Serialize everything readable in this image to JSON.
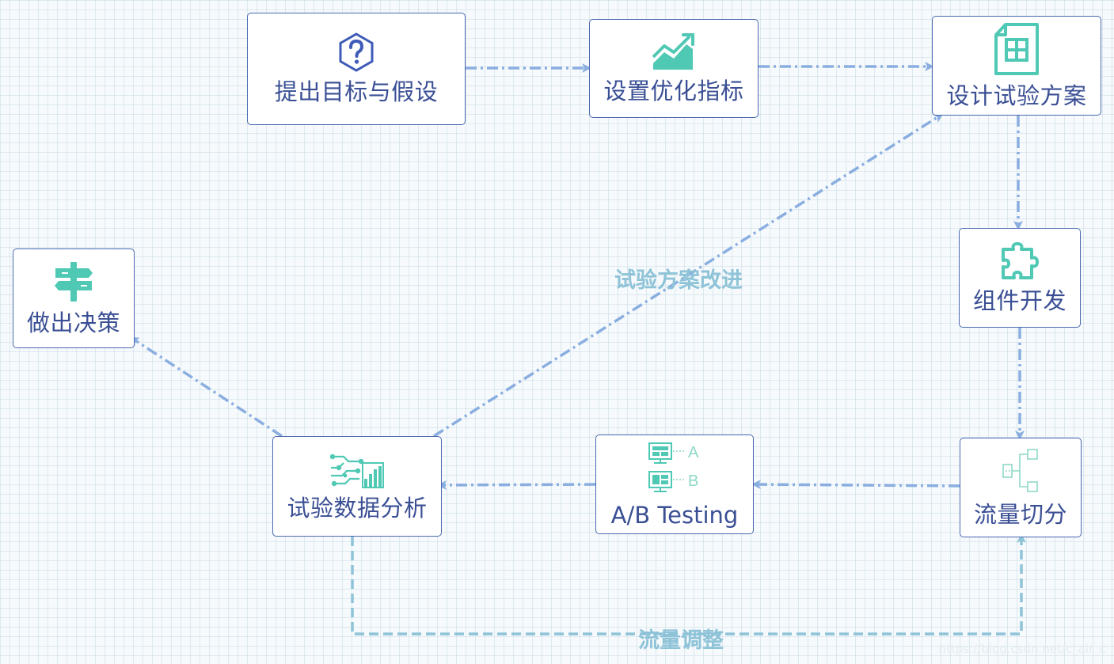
{
  "colors": {
    "node_border": "#4a68b0",
    "node_text": "#3a4f94",
    "icon_teal": "#4fc8b4",
    "icon_blue": "#3f5bb8",
    "arrow_blue": "#8aaee0",
    "arrow_teal": "#8ec3d8",
    "edge_label": "#8ec3d8"
  },
  "nodes": {
    "goal": {
      "label": "提出目标与假设",
      "icon": "question-hexagon-icon"
    },
    "metric": {
      "label": "设置优化指标",
      "icon": "rising-chart-icon"
    },
    "design": {
      "label": "设计试验方案",
      "icon": "document-grid-icon"
    },
    "component": {
      "label": "组件开发",
      "icon": "puzzle-icon"
    },
    "traffic": {
      "label": "流量切分",
      "icon": "split-tree-icon"
    },
    "abtest": {
      "label": "A/B Testing",
      "icon": "ab-screens-icon",
      "variant_a": "A",
      "variant_b": "B"
    },
    "analysis": {
      "label": "试验数据分析",
      "icon": "data-circuit-icon"
    },
    "decision": {
      "label": "做出决策",
      "icon": "signpost-icon"
    }
  },
  "edge_labels": {
    "improve": "试验方案改进",
    "adjust": "流量调整"
  },
  "watermark": "https://blog.csdn.net/c_air_c"
}
